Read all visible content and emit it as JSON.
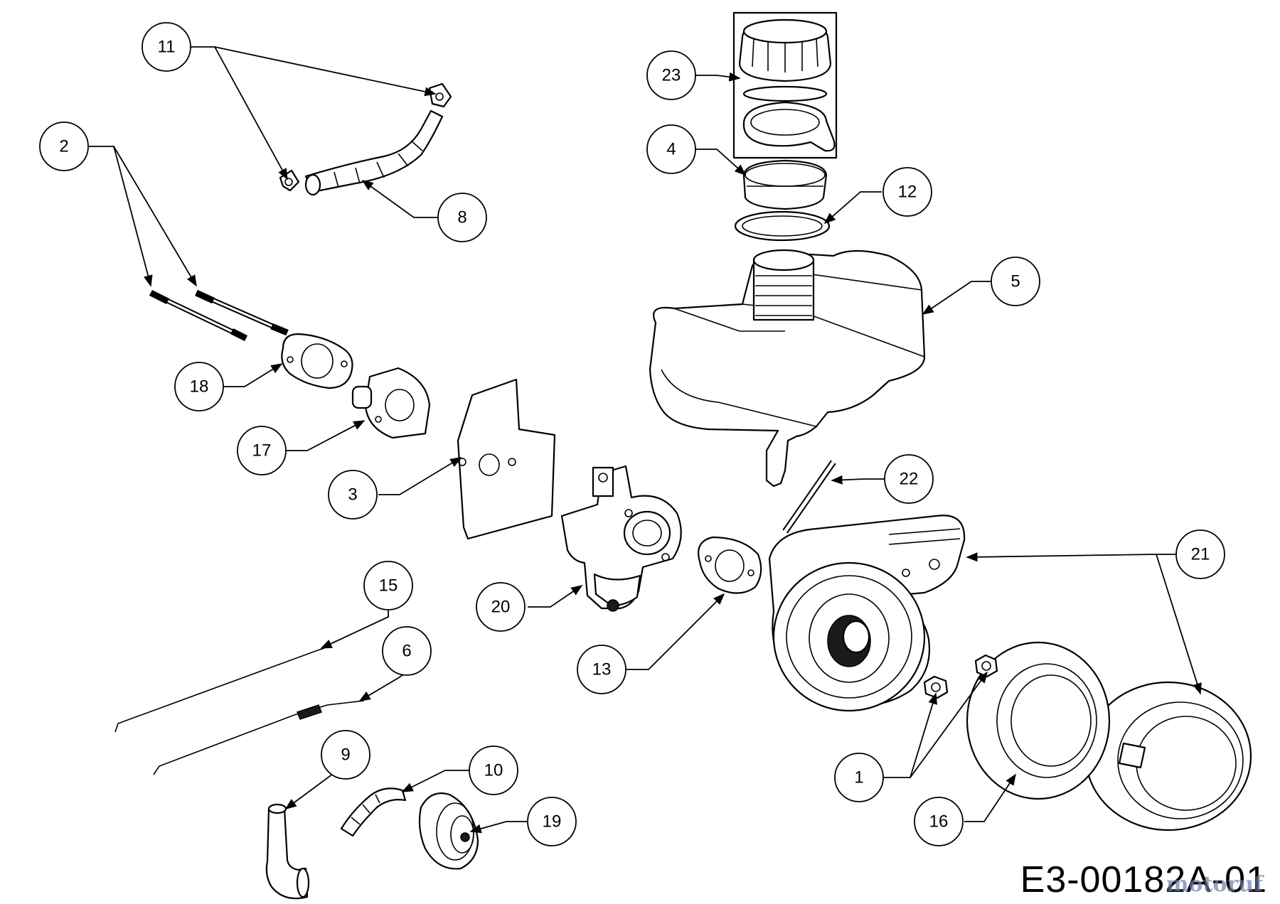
{
  "diagram_code": "E3-00182A-01",
  "watermark": "motoruf",
  "callouts": [
    {
      "id": "c1",
      "label": "1"
    },
    {
      "id": "c2",
      "label": "2"
    },
    {
      "id": "c3",
      "label": "3"
    },
    {
      "id": "c4",
      "label": "4"
    },
    {
      "id": "c5",
      "label": "5"
    },
    {
      "id": "c6",
      "label": "6"
    },
    {
      "id": "c8",
      "label": "8"
    },
    {
      "id": "c9",
      "label": "9"
    },
    {
      "id": "c10",
      "label": "10"
    },
    {
      "id": "c11",
      "label": "11"
    },
    {
      "id": "c12",
      "label": "12"
    },
    {
      "id": "c13",
      "label": "13"
    },
    {
      "id": "c15",
      "label": "15"
    },
    {
      "id": "c16",
      "label": "16"
    },
    {
      "id": "c17",
      "label": "17"
    },
    {
      "id": "c18",
      "label": "18"
    },
    {
      "id": "c19",
      "label": "19"
    },
    {
      "id": "c20",
      "label": "20"
    },
    {
      "id": "c21",
      "label": "21"
    },
    {
      "id": "c22",
      "label": "22"
    },
    {
      "id": "c23",
      "label": "23"
    }
  ],
  "colors": {
    "line": "#000000",
    "background": "#ffffff",
    "watermark": "#6d7fa6"
  }
}
